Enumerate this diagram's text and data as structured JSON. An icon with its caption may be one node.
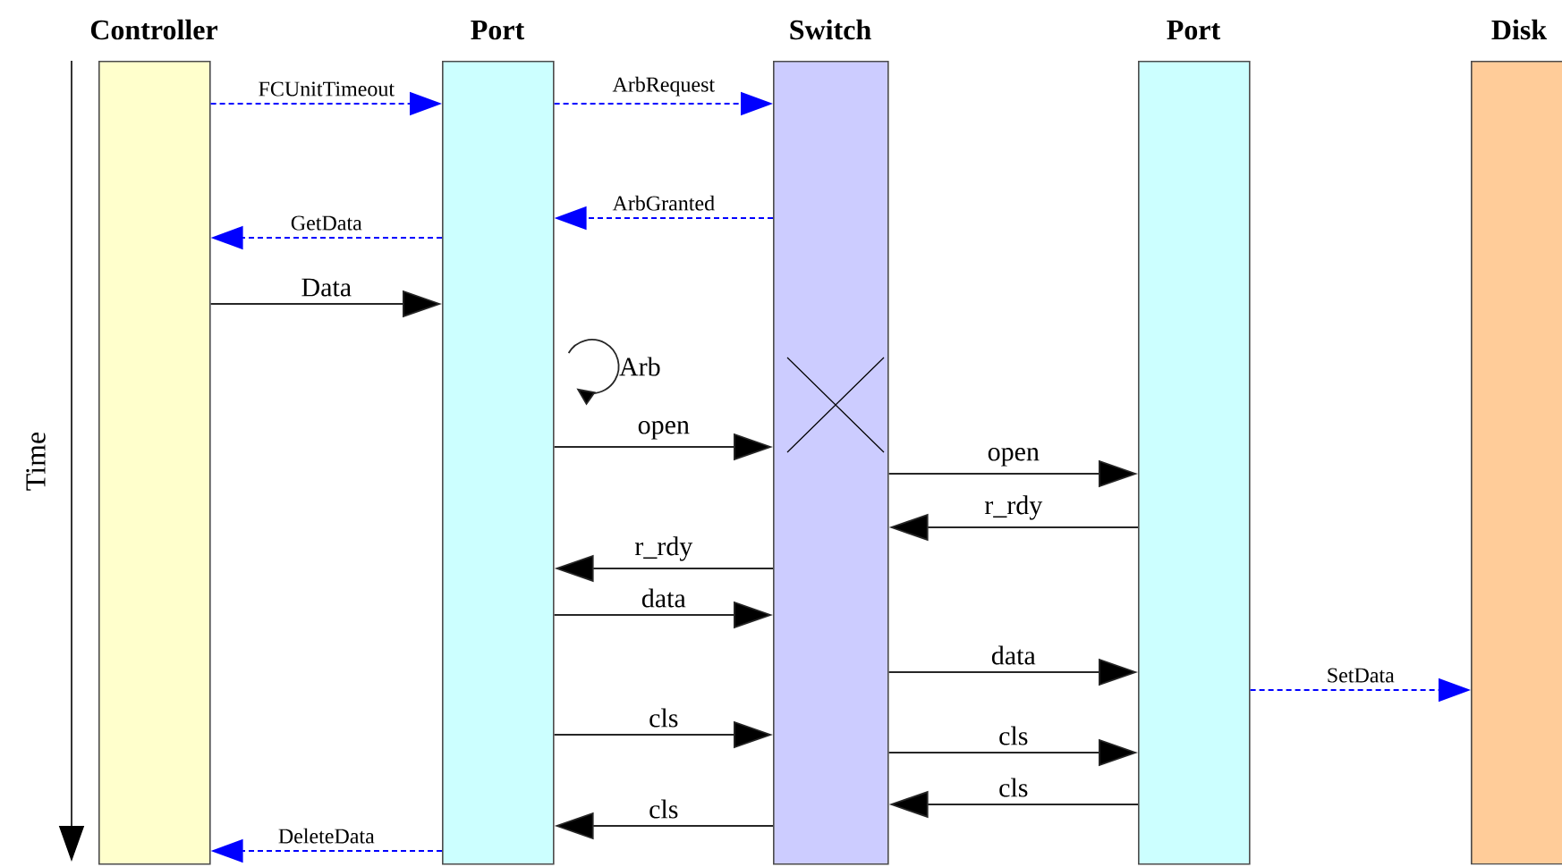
{
  "diagram": {
    "nodes": [
      {
        "text": [
          "Controller"
        ]
      },
      {
        "text": [
          "Port"
        ]
      },
      {
        "text": [
          "Switch"
        ]
      },
      {
        "text": [
          "Port"
        ]
      },
      {
        "text": [
          "Disk"
        ]
      }
    ],
    "edges": [
      {
        "from": 0,
        "to": 1,
        "arrow": "to",
        "label": "FCUnitTimeout",
        "style": "dashed",
        "color": "#0000ff"
      },
      {
        "from": 1,
        "to": 2,
        "arrow": "to",
        "label": "ArbRequest",
        "style": "dashed",
        "color": "#0000ff"
      },
      {
        "from": 2,
        "to": 1,
        "arrow": "to",
        "label": "ArbGranted",
        "style": "dashed",
        "color": "#0000ff"
      },
      {
        "from": 1,
        "to": 0,
        "arrow": "to",
        "label": "GetData",
        "style": "dashed",
        "color": "#0000ff"
      },
      {
        "from": 0,
        "to": 1,
        "arrow": "to",
        "label": "Data"
      },
      {
        "from": 1,
        "to": 1,
        "arrow": "to",
        "label": "Arb"
      },
      {
        "from": 1,
        "to": 2,
        "arrow": "to",
        "label": "open"
      },
      {
        "from": 2,
        "to": 3,
        "arrow": "to",
        "label": "open"
      },
      {
        "from": 3,
        "to": 2,
        "arrow": "to",
        "label": "r_rdy"
      },
      {
        "from": 2,
        "to": 1,
        "arrow": "to",
        "label": "r_rdy"
      },
      {
        "from": 1,
        "to": 2,
        "arrow": "to",
        "label": "data"
      },
      {
        "from": 2,
        "to": 3,
        "arrow": "to",
        "label": "data"
      },
      {
        "from": 3,
        "to": 4,
        "arrow": "to",
        "label": "SetData",
        "style": "dashed",
        "color": "#0000ff"
      },
      {
        "from": 1,
        "to": 2,
        "arrow": "to",
        "label": "cls"
      },
      {
        "from": 2,
        "to": 3,
        "arrow": "to",
        "label": "cls"
      },
      {
        "from": 3,
        "to": 2,
        "arrow": "to",
        "label": "cls"
      },
      {
        "from": 2,
        "to": 1,
        "arrow": "to",
        "label": "cls"
      },
      {
        "from": 1,
        "to": 0,
        "arrow": "to",
        "label": "DeleteData",
        "style": "dashed",
        "color": "#0000ff"
      }
    ],
    "labels": [
      "Time"
    ]
  }
}
